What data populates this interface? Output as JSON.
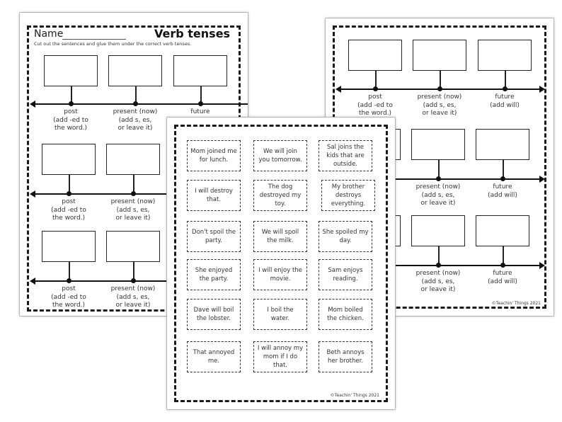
{
  "left_sheet": {
    "name_label": "Name",
    "title": "Verb tenses",
    "instructions": "Cut out the sentences and glue them under the correct verb tenses.",
    "rows": [
      {
        "past": "post",
        "past_note": [
          "(add -ed to",
          "the word.)"
        ],
        "present": "present (now)",
        "present_note": [
          "(add s, es,",
          "or leave it)"
        ],
        "future": "future"
      },
      {
        "past": "post",
        "past_note": [
          "(add -ed to",
          "the word.)"
        ],
        "present": "present (now)",
        "present_note": [
          "(add s, es,",
          "or leave it)"
        ]
      },
      {
        "past": "post",
        "past_note": [
          "(add -ed to",
          "the word.)"
        ],
        "present": "present (now)",
        "present_note": [
          "(add s, es,",
          "or leave it)"
        ]
      }
    ]
  },
  "right_sheet": {
    "rows": [
      {
        "past": "post",
        "past_note": [
          "(add -ed to",
          "the word.)"
        ],
        "present": "present (now)",
        "present_note": [
          "(add s, es,",
          "or leave it)"
        ],
        "future": "future",
        "future_note": "(add will)"
      },
      {
        "present": "present (now)",
        "present_note": [
          "(add s, es,",
          "or leave it)"
        ],
        "future": "future",
        "future_note": "(add will)"
      },
      {
        "present": "present (now)",
        "present_note": [
          "(add s, es,",
          "or leave it)"
        ],
        "future": "future",
        "future_note": "(add will)"
      }
    ],
    "copyright": "©Teachin' Things 2021"
  },
  "front_sheet": {
    "cards": [
      "Mom joined me for lunch.",
      "We will join you tomorrow.",
      "Sal joins the kids that are outside.",
      "I will destroy that.",
      "The dog destroyed my toy.",
      "My brother destroys everything.",
      "Don't spoil the party.",
      "We will spoil the milk.",
      "She spoiled my day.",
      "She enjoyed the party.",
      "I will enjoy the movie.",
      "Sam enjoys reading.",
      "Dave will boil the lobster.",
      "I boil the water.",
      "Mom boiled the chicken.",
      "That annoyed me.",
      "I will annoy my mom if I do that.",
      "Beth annoys her brother."
    ],
    "copyright": "©Teachin' Things 2021"
  }
}
